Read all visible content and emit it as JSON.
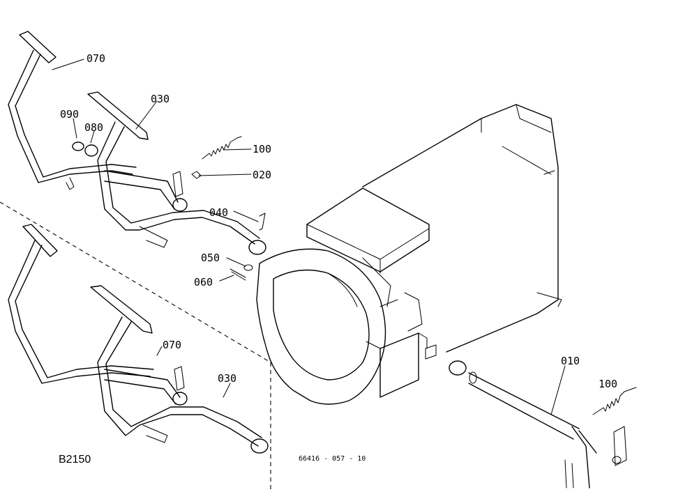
{
  "callouts": {
    "l070a": "070",
    "l030a": "030",
    "l090": "090",
    "l080": "080",
    "l100a": "100",
    "l020": "020",
    "l040": "040",
    "l050": "050",
    "l060": "060",
    "l070b": "070",
    "l030b": "030",
    "l010": "010",
    "l100b": "100"
  },
  "model": "B2150",
  "drawing_code": "66416 - 057 - 10"
}
